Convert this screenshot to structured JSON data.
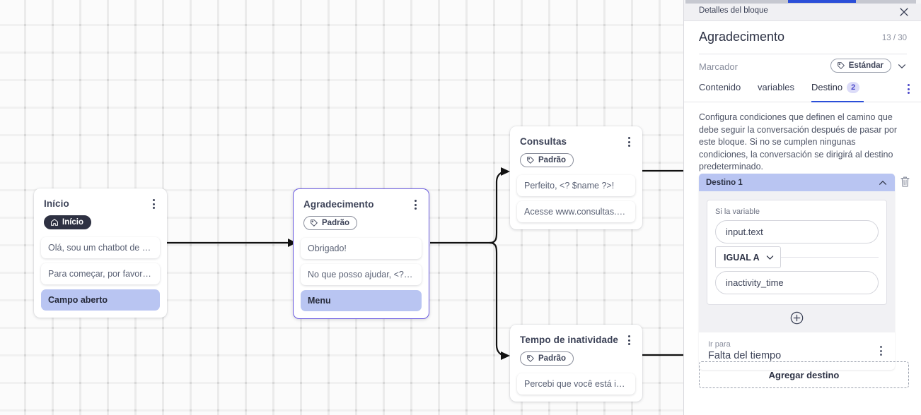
{
  "panel": {
    "header_title": "Detalles del bloque",
    "close_icon": "close-icon",
    "block_title": "Agradecimento",
    "char_count": "13 / 30",
    "marcador_label": "Marcador",
    "marcador_value": "Estándar",
    "tabs": [
      {
        "label": "Contenido",
        "badge": "",
        "active": false
      },
      {
        "label": "variables",
        "badge": "",
        "active": false
      },
      {
        "label": "Destino",
        "badge": "2",
        "active": true
      }
    ],
    "description": "Configura condiciones que definen el camino que debe seguir la conversación después de pasar por este bloque. Si no se cumplen ningunas condiciones, la conversación se dirigirá al destino predeterminado.",
    "destination": {
      "header_label": "Destino 1",
      "condition_label": "Si la variable",
      "variable_value": "input.text",
      "operator_value": "IGUAL A",
      "compare_value": "inactivity_time",
      "add_condition_icon": "plus-circle-icon",
      "delete_icon": "trash-icon",
      "collapse_icon": "chevron-up-icon",
      "goto_label": "Ir para",
      "goto_value": "Falta del tiempo"
    },
    "add_destination_label": "Agregar destino",
    "accent_color": "#2b4fd8",
    "highlight_color": "#b9c5f2"
  },
  "canvas": {
    "nodes": [
      {
        "id": "inicio",
        "title": "Início",
        "tag": {
          "label": "Início",
          "icon": "home-icon",
          "style": "dark"
        },
        "selected": false,
        "messages": [
          {
            "text": "Olá, sou um chatbot de teste!",
            "highlight": false
          },
          {
            "text": "Para começar, por favor digite o ...",
            "highlight": false
          },
          {
            "text": "Campo aberto",
            "highlight": true
          }
        ]
      },
      {
        "id": "agradecimento",
        "title": "Agradecimento",
        "tag": {
          "label": "Padrão",
          "icon": "tag-icon",
          "style": "light"
        },
        "selected": true,
        "messages": [
          {
            "text": "Obrigado!",
            "highlight": false
          },
          {
            "text": "No que posso ajudar, <? $name ...",
            "highlight": false
          },
          {
            "text": "Menu",
            "highlight": true
          }
        ]
      },
      {
        "id": "consultas",
        "title": "Consultas",
        "tag": {
          "label": "Padrão",
          "icon": "tag-icon",
          "style": "light"
        },
        "selected": false,
        "messages": [
          {
            "text": "Perfeito, <? $name ?>!",
            "highlight": false
          },
          {
            "text": "Acesse www.consultas.com par...",
            "highlight": false
          }
        ]
      },
      {
        "id": "inatividade",
        "title": "Tempo de inatividade",
        "tag": {
          "label": "Padrão",
          "icon": "tag-icon",
          "style": "light"
        },
        "selected": false,
        "messages": [
          {
            "text": "Percebi que você está inativo. C...",
            "highlight": false
          }
        ]
      }
    ]
  }
}
